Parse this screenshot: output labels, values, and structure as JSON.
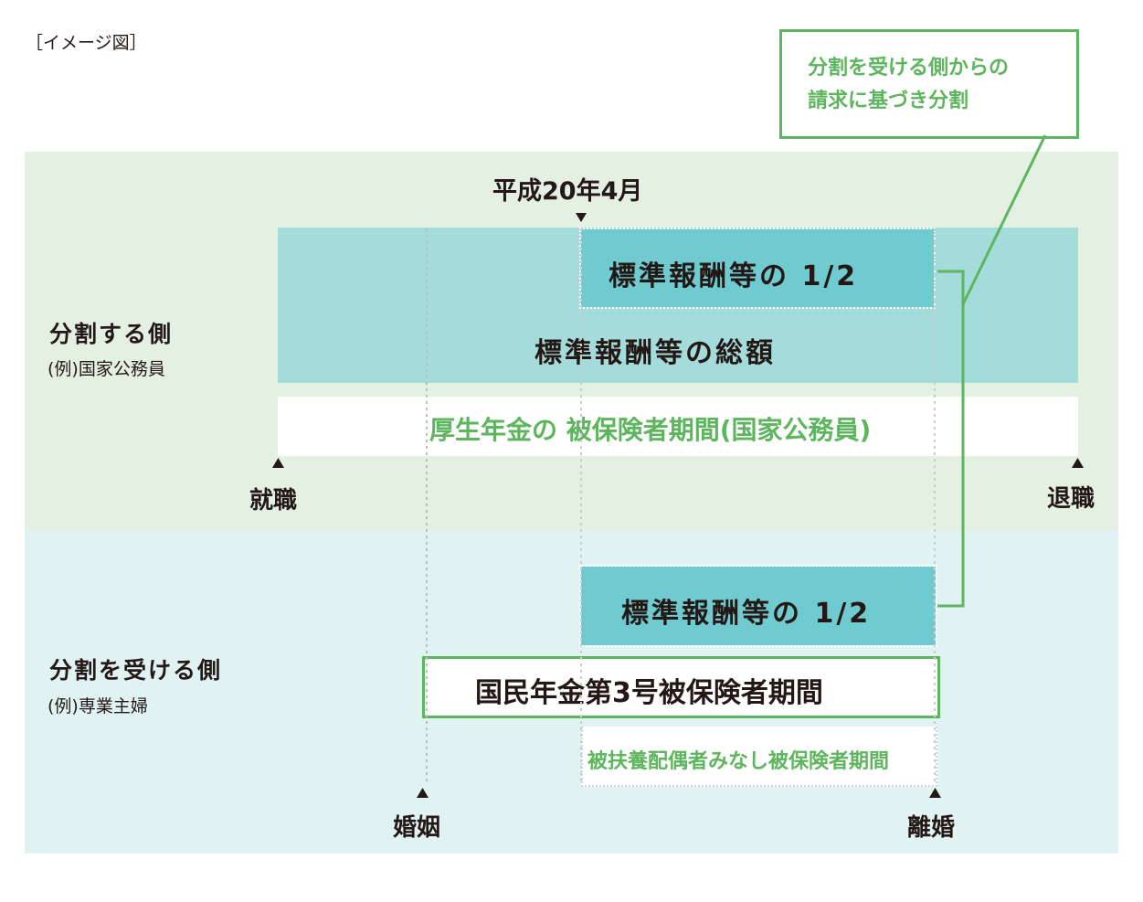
{
  "caption": "［イメージ図］",
  "callout": {
    "line1": "分割を受ける側からの",
    "line2": "請求に基づき分割"
  },
  "date_marker": "平成20年4月",
  "splitting_side": {
    "title": "分割する側",
    "example": "(例)国家公務員",
    "half_label": "標準報酬等の 1/2",
    "total_label": "標準報酬等の総額",
    "period_label": "厚生年金の 被保険者期間(国家公務員)",
    "start_label": "就職",
    "end_label": "退職"
  },
  "receiving_side": {
    "title": "分割を受ける側",
    "example": "(例)専業主婦",
    "half_label": "標準報酬等の 1/2",
    "national_pension_label": "国民年金第3号被保険者期間",
    "deemed_label": "被扶養配偶者みなし被保険者期間",
    "start_label": "婚姻",
    "end_label": "離婚"
  },
  "colors": {
    "green": "#5db55d",
    "teal_light": "#a3dcdb",
    "teal_dark": "#70cbd1",
    "band_top": "#e3f0e2",
    "band_bottom": "#e1f2f2"
  }
}
